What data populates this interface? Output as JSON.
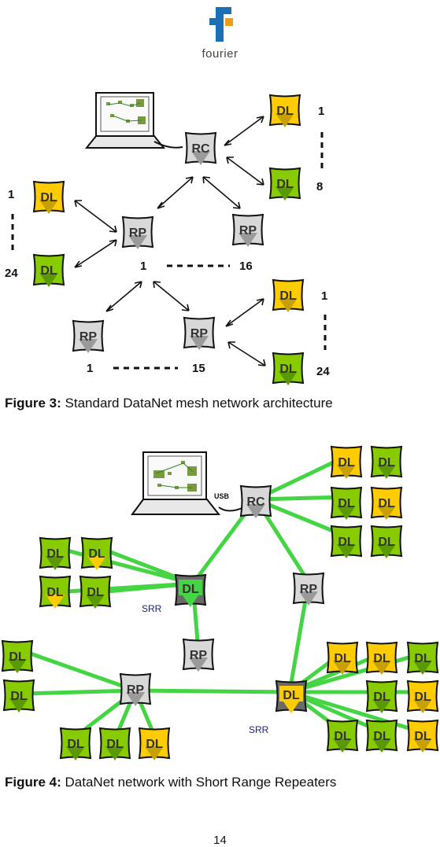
{
  "logo": {
    "text": "fourier",
    "colors": {
      "blue": "#1a6fb5",
      "orange": "#f39c12"
    }
  },
  "figure3": {
    "caption_label": "Figure 3:",
    "caption_text": " Standard DataNet mesh network architecture",
    "rc_label": "RC",
    "rp_label": "RP",
    "dl_label": "DL",
    "numbers": {
      "top_right_start": "1",
      "top_right_end": "8",
      "left_start": "1",
      "left_end": "24",
      "rp_row_start": "1",
      "rp_row_end": "16",
      "bottom_rp_start": "1",
      "bottom_rp_end": "15",
      "bottom_right_start": "1",
      "bottom_right_end": "24"
    }
  },
  "figure4": {
    "caption_label": "Figure 4:",
    "caption_text": " DataNet network with Short Range Repeaters",
    "usb_label": "USB",
    "srr_label": "SRR",
    "rc_label": "RC",
    "rp_label": "RP",
    "dl_label": "DL"
  },
  "page_number": "14",
  "colors": {
    "link_green": "#44d444",
    "dl_yellow": "#ffcc00",
    "dl_green": "#88cc00",
    "rp_gray": "#c8c8c8",
    "srr_dark": "#666666",
    "srr_text": "#1a237e"
  }
}
